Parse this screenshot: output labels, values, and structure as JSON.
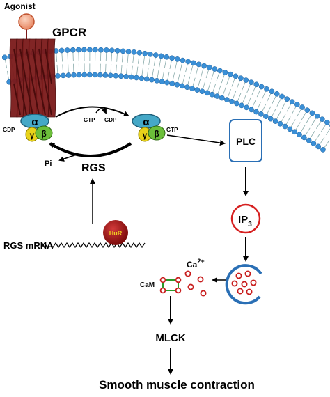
{
  "labels": {
    "agonist": "Agonist",
    "gpcr": "GPCR",
    "gdp_left": "GDP",
    "gtp_top": "GTP",
    "gdp_top": "GDP",
    "gtp_right": "GTP",
    "alpha": "α",
    "beta": "β",
    "gamma": "γ",
    "pi": "Pi",
    "rgs": "RGS",
    "plc": "PLC",
    "ip3_main": "IP",
    "ip3_sub": "3",
    "ca_main": "Ca",
    "ca_sup": "2+",
    "cam": "CaM",
    "mlck": "MLCK",
    "rgs_mrna": "RGS mRNA",
    "hur": "HuR",
    "outcome": "Smooth muscle contraction"
  },
  "colors": {
    "agonist": "#f4a582",
    "gpcr": "#7b1a1a",
    "membrane_head": "#3a8fd6",
    "alpha": "#45a8c7",
    "gamma": "#e8d21a",
    "beta": "#6cbf3a",
    "plc_border": "#2a6fb5",
    "ip3_border": "#d62020",
    "calcium": "#c81e1e",
    "store": "#2a6fb5",
    "hur": "#8e0f0f",
    "hur_text": "#f0d020"
  }
}
